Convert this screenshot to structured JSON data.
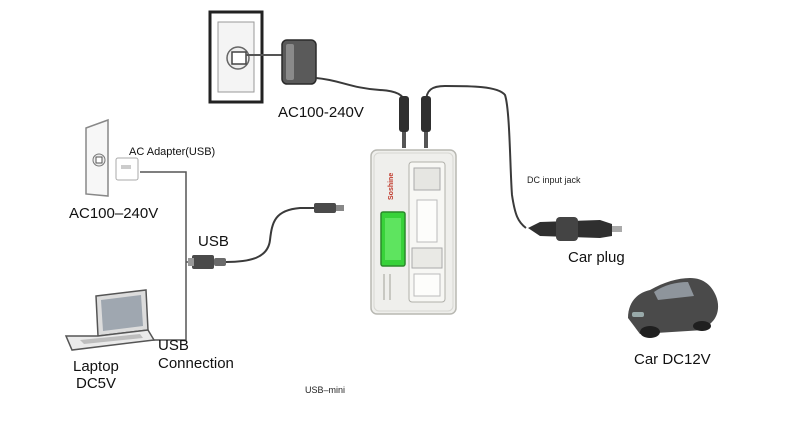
{
  "labels": {
    "ac_main": "AC100-240V",
    "ac_adapter_usb": "AC Adapter(USB)",
    "ac_left": "AC100–240V",
    "usb": "USB",
    "usb_connection_line1": "USB",
    "usb_connection_line2": "Connection",
    "laptop_line1": "Laptop",
    "laptop_line2": "DC5V",
    "usb_mini": "USB–mini",
    "dc_input_jack": "DC input jack",
    "car_plug": "Car plug",
    "car": "Car  DC12V",
    "brand": "Soshine"
  },
  "colors": {
    "cable": "#3a3a3a",
    "device_body": "#efefec",
    "lcd": "#38d23a",
    "car_body": "#4a4a4a"
  }
}
